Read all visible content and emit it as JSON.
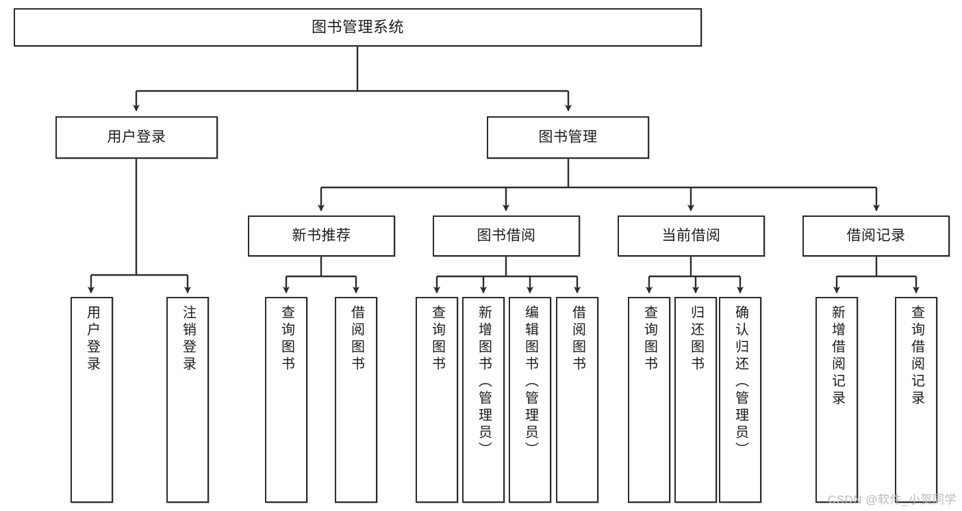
{
  "diagram": {
    "title": "图书管理系统",
    "type": "tree",
    "watermark": "CSDN @软件_小贺同学",
    "colors": {
      "border": "#2b2b2b",
      "background": "#ffffff",
      "text": "#1b1b1b",
      "connector": "#2b2b2b",
      "watermark": "#b9b9b9"
    },
    "levels": {
      "root": "图书管理系统",
      "level2": [
        "用户登录",
        "图书管理"
      ],
      "level3": [
        "新书推荐",
        "图书借阅",
        "当前借阅",
        "借阅记录"
      ]
    }
  },
  "nodes": {
    "root": {
      "label": "图书管理系统"
    },
    "user_login": {
      "label": "用户登录"
    },
    "book_manage": {
      "label": "图书管理"
    },
    "new_book_rec": {
      "label": "新书推荐"
    },
    "book_borrow": {
      "label": "图书借阅"
    },
    "current_borrow": {
      "label": "当前借阅"
    },
    "borrow_record": {
      "label": "借阅记录"
    }
  },
  "leaves": {
    "user_login": [
      {
        "label": "用户登录"
      },
      {
        "label": "注销登录"
      }
    ],
    "new_book_rec": [
      {
        "label": "查询图书"
      },
      {
        "label": "借阅图书"
      }
    ],
    "book_borrow": [
      {
        "label": "查询图书"
      },
      {
        "label": "新增图书（管理员）"
      },
      {
        "label": "编辑图书（管理员）"
      },
      {
        "label": "借阅图书"
      }
    ],
    "current_borrow": [
      {
        "label": "查询图书"
      },
      {
        "label": "归还图书"
      },
      {
        "label": "确认归还（管理员）"
      }
    ],
    "borrow_record": [
      {
        "label": "新增借阅记录"
      },
      {
        "label": "查询借阅记录"
      }
    ]
  }
}
